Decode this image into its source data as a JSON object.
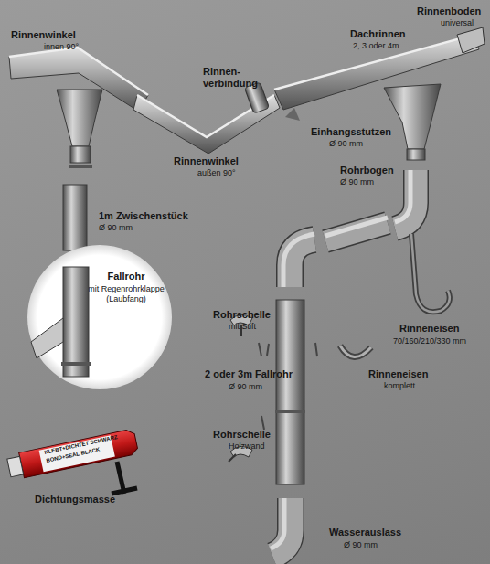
{
  "diagram": {
    "nodes": [
      {
        "text": [
          "Fallrohr",
          "mit Regenrohrklappe (Laubfang)"
        ]
      }
    ],
    "labels": [
      "Rinnenboden",
      "universal",
      "Rinnenwinkel",
      "innen 90°",
      "Dachrinnen",
      "2, 3 oder 4m",
      "Rinnen- verbindung",
      "Einhangsstutzen",
      "Ø 90 mm",
      "Rinnenwinkel",
      "außen 90°",
      "Rohrbogen",
      "Ø 90 mm",
      "1m Zwischenstück",
      "Ø 90 mm",
      "Rohrschelle",
      "mit Stift",
      "Rinneneisen",
      "70/160/210/330 mm",
      "Rinneneisen",
      "komplett",
      "2 oder 3m Fallrohr",
      "Ø 90 mm",
      "Rohrschelle",
      "Holzwand",
      "Dichtungsmasse",
      "Wasserauslass",
      "Ø 90 mm",
      "KLEBT+DICHTET SCHWARZ",
      "BOND+SEAL BLACK"
    ]
  }
}
